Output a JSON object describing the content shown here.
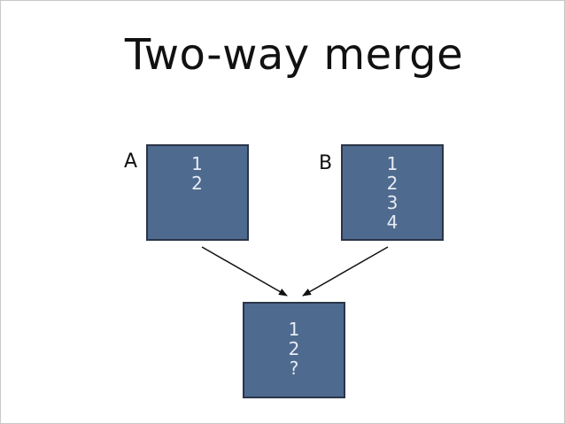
{
  "title": "Two-way merge",
  "nodes": {
    "a": {
      "label": "A",
      "lines": [
        "1",
        "2"
      ]
    },
    "b": {
      "label": "B",
      "lines": [
        "1",
        "2",
        "3",
        "4"
      ]
    },
    "merge": {
      "label": "",
      "lines": [
        "1",
        "2",
        "?"
      ]
    }
  },
  "edges": [
    {
      "from": "a",
      "to": "merge"
    },
    {
      "from": "b",
      "to": "merge"
    }
  ],
  "colors": {
    "box_fill": "#4e6a8f",
    "box_border": "#2a3548",
    "box_text": "#e7ecf3",
    "arrow": "#111111"
  }
}
